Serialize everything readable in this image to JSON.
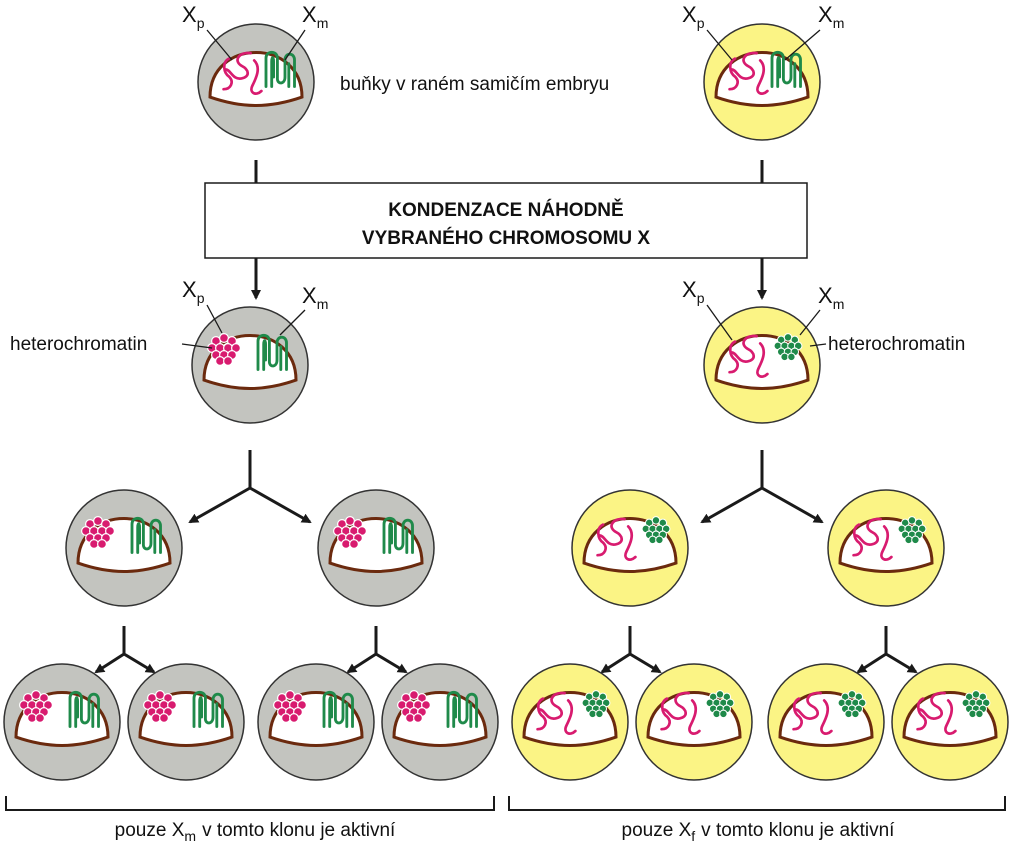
{
  "colors": {
    "gray_cell": "#c3c4bf",
    "yellow_cell": "#fbf485",
    "nucleus_border": "#6b2a0e",
    "paternal_chromosome": "#d81b6f",
    "maternal_chromosome": "#1f8a4a"
  },
  "labels": {
    "early_embryo_cells": "buňky v raném samičím embryu",
    "box_line1": "KONDENZACE NÁHODNĚ",
    "box_line2": "VYBRANÉHO CHROMOSOMU X",
    "heterochromatin_left": "heterochromatin",
    "heterochromatin_right": "heterochromatin",
    "x_main": "X",
    "sub_p": "p",
    "sub_m": "m",
    "sub_f": "f"
  },
  "bottom_captions": {
    "left_prefix": "pouze X",
    "left_sub": "m",
    "left_suffix": "v tomto klonu je aktivní",
    "right_prefix": "pouze X",
    "right_sub": "f",
    "right_suffix": "v tomto klonu je aktivní"
  },
  "clones": [
    {
      "side": "left",
      "cell_color": "gray",
      "condensed": "paternal",
      "active": "maternal"
    },
    {
      "side": "right",
      "cell_color": "yellow",
      "condensed": "maternal",
      "active": "paternal"
    }
  ]
}
